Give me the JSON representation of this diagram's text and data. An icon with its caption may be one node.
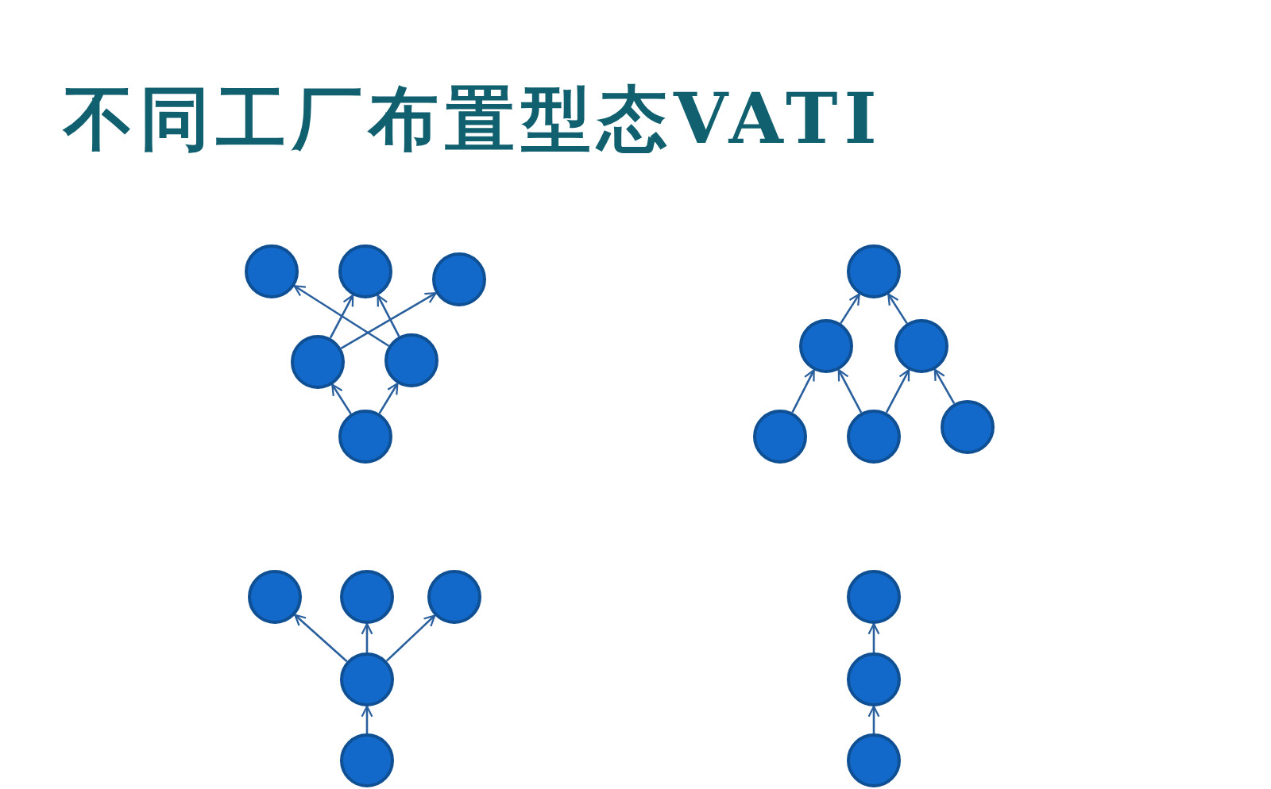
{
  "diagram": {
    "title": "不同工厂布置型态VATI",
    "nodes": [
      {
        "text": [],
        "shape": "circle"
      },
      {
        "text": [],
        "shape": "circle"
      },
      {
        "text": [],
        "shape": "circle"
      },
      {
        "text": [],
        "shape": "circle"
      },
      {
        "text": [],
        "shape": "circle"
      },
      {
        "text": [],
        "shape": "circle"
      },
      {
        "text": [],
        "shape": "circle"
      },
      {
        "text": [],
        "shape": "circle"
      },
      {
        "text": [],
        "shape": "circle"
      },
      {
        "text": [],
        "shape": "circle"
      },
      {
        "text": [],
        "shape": "circle"
      },
      {
        "text": [],
        "shape": "circle"
      },
      {
        "text": [],
        "shape": "circle"
      },
      {
        "text": [],
        "shape": "circle"
      },
      {
        "text": [],
        "shape": "circle"
      },
      {
        "text": [],
        "shape": "circle"
      },
      {
        "text": [],
        "shape": "circle"
      },
      {
        "text": [],
        "shape": "circle"
      },
      {
        "text": [],
        "shape": "circle"
      },
      {
        "text": [],
        "shape": "circle"
      }
    ],
    "edges": [
      {
        "from": 5,
        "to": 3,
        "arrow": "to"
      },
      {
        "from": 5,
        "to": 4,
        "arrow": "to"
      },
      {
        "from": 3,
        "to": 1,
        "arrow": "to"
      },
      {
        "from": 3,
        "to": 2,
        "arrow": "to"
      },
      {
        "from": 4,
        "to": 0,
        "arrow": "to"
      },
      {
        "from": 4,
        "to": 1,
        "arrow": "to"
      },
      {
        "from": 7,
        "to": 6,
        "arrow": "to"
      },
      {
        "from": 8,
        "to": 6,
        "arrow": "to"
      },
      {
        "from": 9,
        "to": 7,
        "arrow": "to"
      },
      {
        "from": 10,
        "to": 7,
        "arrow": "to"
      },
      {
        "from": 10,
        "to": 8,
        "arrow": "to"
      },
      {
        "from": 11,
        "to": 8,
        "arrow": "to"
      },
      {
        "from": 15,
        "to": 12,
        "arrow": "to"
      },
      {
        "from": 15,
        "to": 13,
        "arrow": "to"
      },
      {
        "from": 15,
        "to": 14,
        "arrow": "to"
      },
      {
        "from": 16,
        "to": 15,
        "arrow": "to"
      },
      {
        "from": 18,
        "to": 17,
        "arrow": "to"
      },
      {
        "from": 19,
        "to": 18,
        "arrow": "to"
      }
    ]
  }
}
